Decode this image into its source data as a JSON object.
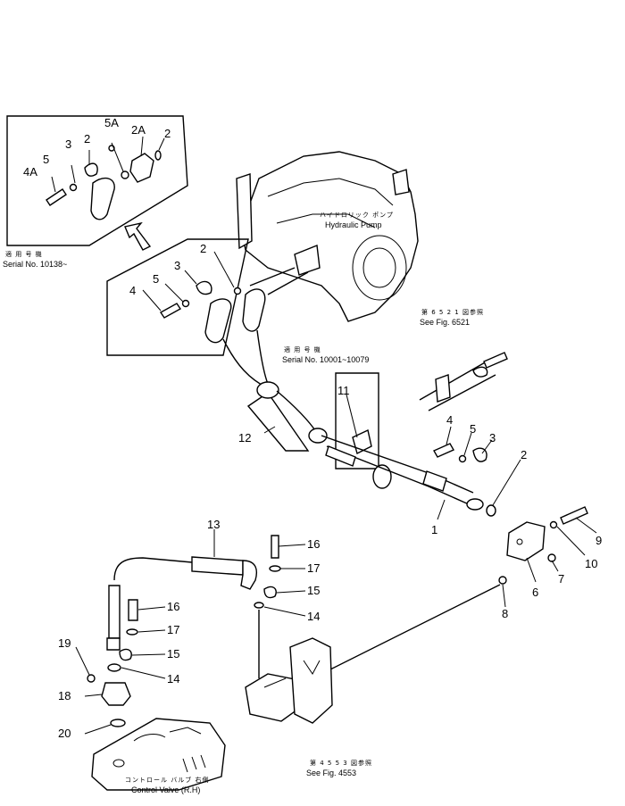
{
  "callouts": {
    "c1": "1",
    "c2a": "2",
    "c2b": "2",
    "c2c": "2",
    "c2d": "2",
    "c2A": "2A",
    "c3a": "3",
    "c3b": "3",
    "c3c": "3",
    "c4A": "4A",
    "c4a": "4",
    "c4b": "4",
    "c5A": "5A",
    "c5a": "5",
    "c5b": "5",
    "c5c": "5",
    "c6": "6",
    "c7": "7",
    "c8": "8",
    "c9": "9",
    "c10": "10",
    "c11": "11",
    "c12": "12",
    "c13": "13",
    "c14a": "14",
    "c14b": "14",
    "c15a": "15",
    "c15b": "15",
    "c16a": "16",
    "c16b": "16",
    "c17a": "17",
    "c17b": "17",
    "c18": "18",
    "c19": "19",
    "c20": "20"
  },
  "notes": {
    "serial_new_jp": "適 用 号 機",
    "serial_new": "Serial No. 10138~",
    "hydraulic_pump_jp": "ハイドロリック ポンプ",
    "hydraulic_pump": "Hydraulic Pump",
    "fig6521_jp": "第 6 5 2 1 図参照",
    "fig6521": "See Fig. 6521",
    "serial_old_jp": "適 用 号 機",
    "serial_old": "Serial No. 10001~10079",
    "fig4553_jp": "第 4 5 5 3 図参照",
    "fig4553": "See Fig. 4553",
    "control_valve_jp": "コントロール バルブ 右側",
    "control_valve": "Control Valve (R.H)"
  }
}
